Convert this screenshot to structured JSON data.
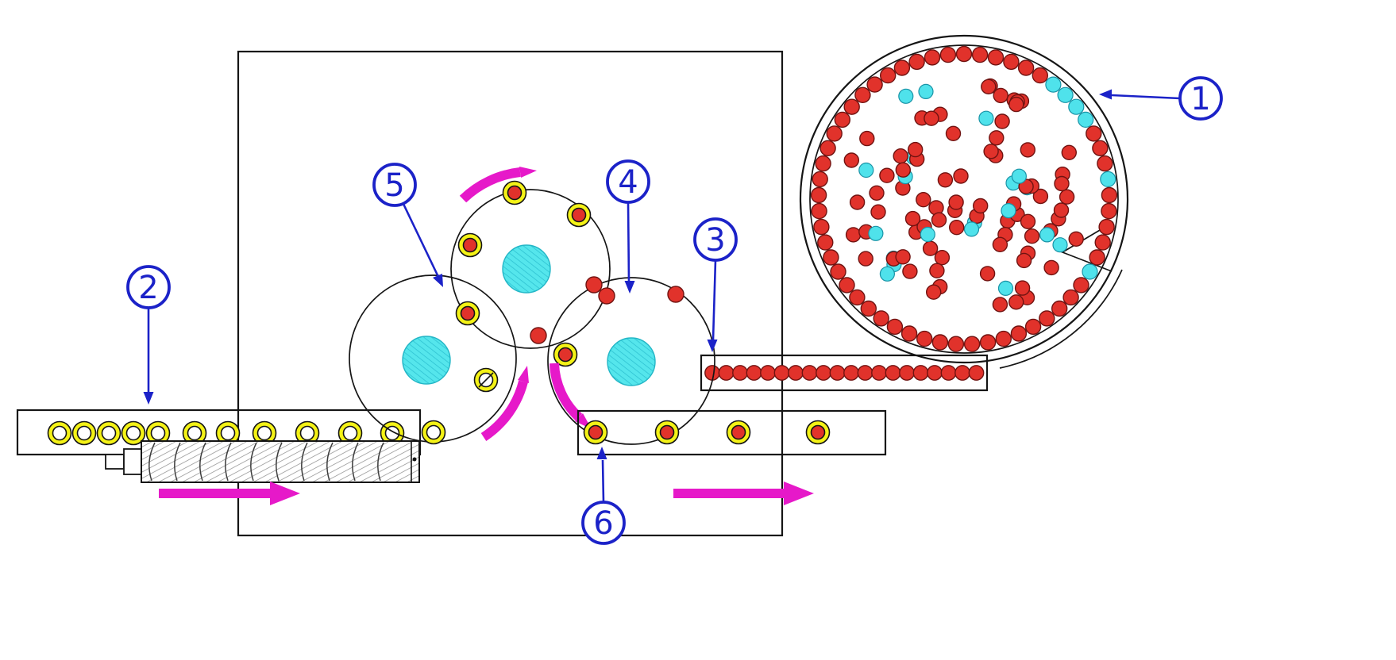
{
  "callouts": [
    {
      "number": "1",
      "points_to": "rotary-bowl-feeder"
    },
    {
      "number": "2",
      "points_to": "infeed-conveyor"
    },
    {
      "number": "3",
      "points_to": "pellet-track"
    },
    {
      "number": "4",
      "points_to": "right-transfer-drum"
    },
    {
      "number": "5",
      "points_to": "left-transfer-drum"
    },
    {
      "number": "6",
      "points_to": "outfeed-conveyor"
    }
  ],
  "colors": {
    "callout_blue": "#1b22c8",
    "ball_red": "#e1322b",
    "ball_red_outline": "#701311",
    "ball_cyan": "#4fe2eb",
    "ball_cyan_outline": "#1a93a6",
    "pocket_yellow": "#f4f216",
    "arrow_magenta": "#e619c9",
    "line_black": "#151515",
    "hub_cyan": "#55e6ec"
  },
  "counts": {
    "bowl_rim_balls": 57,
    "bowl_rim_cyan_indices": [
      6,
      7,
      8,
      9,
      13,
      19
    ],
    "bowl_scatter_balls": 97,
    "bowl_scatter_cyan_every": 5,
    "track_balls": 20,
    "infeed_rings": 11,
    "outfeed_rings": 4
  }
}
